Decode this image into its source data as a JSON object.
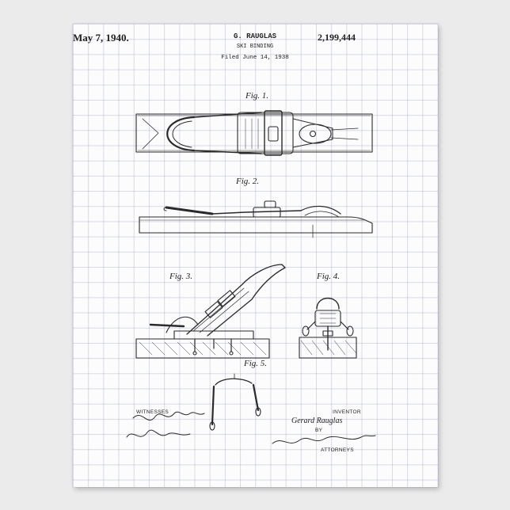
{
  "header": {
    "date": "May 7, 1940.",
    "inventor": "G. RAUGLAS",
    "patent_number": "2,199,444",
    "title": "SKI BINDING",
    "filed": "Filed June 14, 1938"
  },
  "figures": [
    "Fig. 1.",
    "Fig. 2.",
    "Fig. 3.",
    "Fig. 4.",
    "Fig. 5."
  ],
  "footer": {
    "witnesses": "WITNESSES",
    "inventor_label": "INVENTOR",
    "inventor_signature": "Gerard Rauglas",
    "by": "BY",
    "attorneys": "ATTORNEYS"
  },
  "colors": {
    "paper": "#fcfcfd",
    "grid": "#8c96b4",
    "ink": "#2a2a2a",
    "background": "#ebebeb"
  }
}
